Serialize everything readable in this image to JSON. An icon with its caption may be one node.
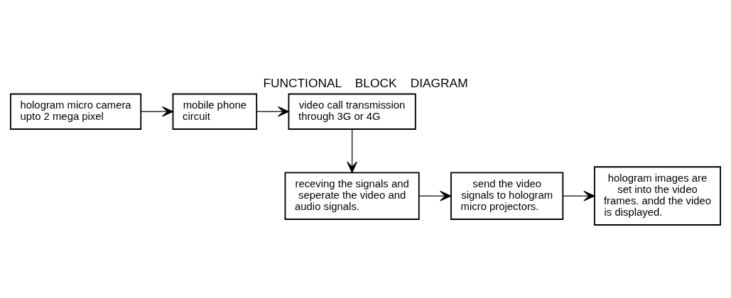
{
  "diagram": {
    "title": "FUNCTIONAL    BLOCK    DIAGRAM",
    "nodes": [
      {
        "text": [
          "hologram micro camera upto 2 mega pixel"
        ]
      },
      {
        "text": [
          "mobile phone circuit"
        ]
      },
      {
        "text": [
          "video call transmission through 3G or 4G"
        ]
      },
      {
        "text": [
          "receving the signals and seperate the video and audio signals."
        ]
      },
      {
        "text": [
          "send the video signals to hologram micro projectors."
        ]
      },
      {
        "text": [
          "hologram images are set into the video frames. andd the video is displayed."
        ]
      }
    ],
    "edges": [
      {
        "from": 0,
        "to": 1,
        "arrow": "to"
      },
      {
        "from": 1,
        "to": 2,
        "arrow": "to"
      },
      {
        "from": 2,
        "to": 3,
        "arrow": "to"
      },
      {
        "from": 3,
        "to": 4,
        "arrow": "to"
      },
      {
        "from": 4,
        "to": 5,
        "arrow": "to"
      }
    ]
  }
}
